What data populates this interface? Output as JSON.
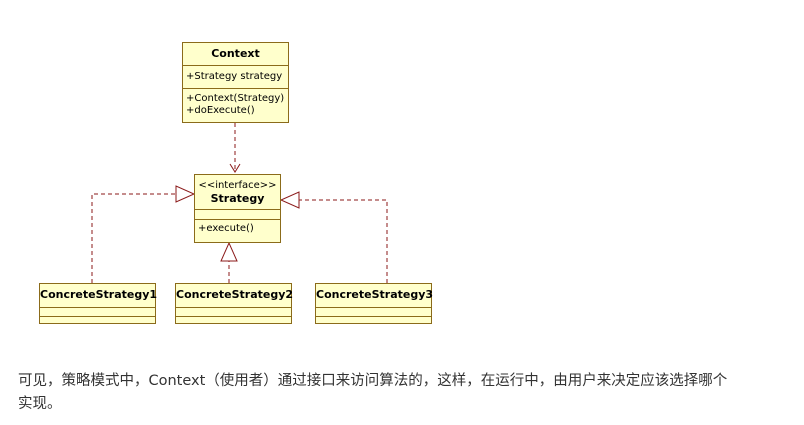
{
  "diagram": {
    "context": {
      "name": "Context",
      "attribute": "+Strategy strategy",
      "operations": [
        "+Context(Strategy)",
        "+doExecute()"
      ]
    },
    "strategy": {
      "stereotype": "<<interface>>",
      "name": "Strategy",
      "operations": [
        "+execute()"
      ]
    },
    "concrete": [
      "ConcreteStrategy1",
      "ConcreteStrategy2",
      "ConcreteStrategy3"
    ],
    "colors": {
      "fill": "#ffffcc",
      "border": "#8b6b1a",
      "edge": "#8b1a1a"
    }
  },
  "caption": {
    "line1": "可见，策略模式中，Context（使用者）通过接口来访问算法的，这样，在运行中，由用户来决定应该选择哪个",
    "line2": "实现。"
  }
}
